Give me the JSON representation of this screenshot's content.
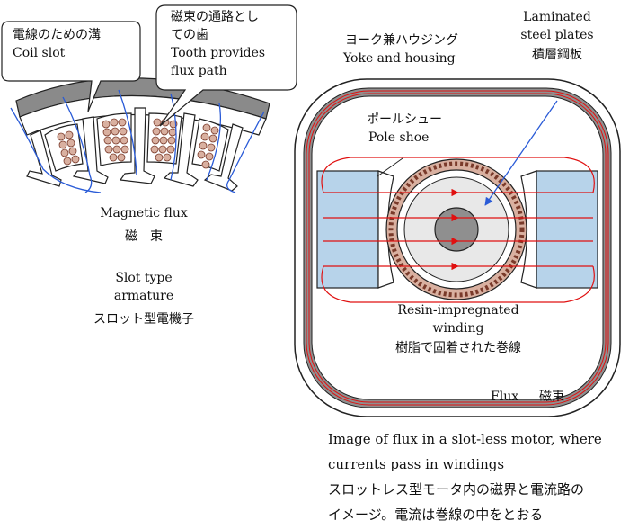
{
  "left_diagram": {
    "callout_coil": {
      "ja": "電線のための溝",
      "en": "Coil slot"
    },
    "callout_tooth": {
      "ja": "磁束の通路とし",
      "ja2": "ての歯",
      "en1": "Tooth provides",
      "en2": "flux path"
    },
    "magnetic_flux": {
      "en": "Magnetic flux",
      "ja": "磁　束"
    },
    "slot_type": {
      "en1": "Slot type",
      "en2": "armature",
      "ja": "スロット型電機子"
    }
  },
  "right_diagram": {
    "yoke": {
      "ja": "ヨーク兼ハウジング",
      "en": "Yoke and housing"
    },
    "laminated": {
      "en1": "Laminated",
      "en2": "steel plates",
      "ja": "積層鋼板"
    },
    "pole_shoe": {
      "ja": "ポールシュー",
      "en": "Pole shoe"
    },
    "resin": {
      "en1": "Resin-impregnated",
      "en2": "winding",
      "ja": "樹脂で固着された巻線"
    },
    "flux": {
      "en": "Flux",
      "ja": "磁束"
    }
  },
  "caption": {
    "line1": "Image of flux in a slot-less motor,  where",
    "line2": "currents pass in windings",
    "line3": "スロットレス型モータ内の磁界と電流路の",
    "line4": "イメージ。電流は巻線の中をとおる"
  },
  "colors": {
    "coil": "#d9b0a0",
    "pole": "#b7d3ea",
    "yoke": "#8a8a8a",
    "flux_line": "#e01010",
    "flux_blue": "#2a5bd7"
  }
}
